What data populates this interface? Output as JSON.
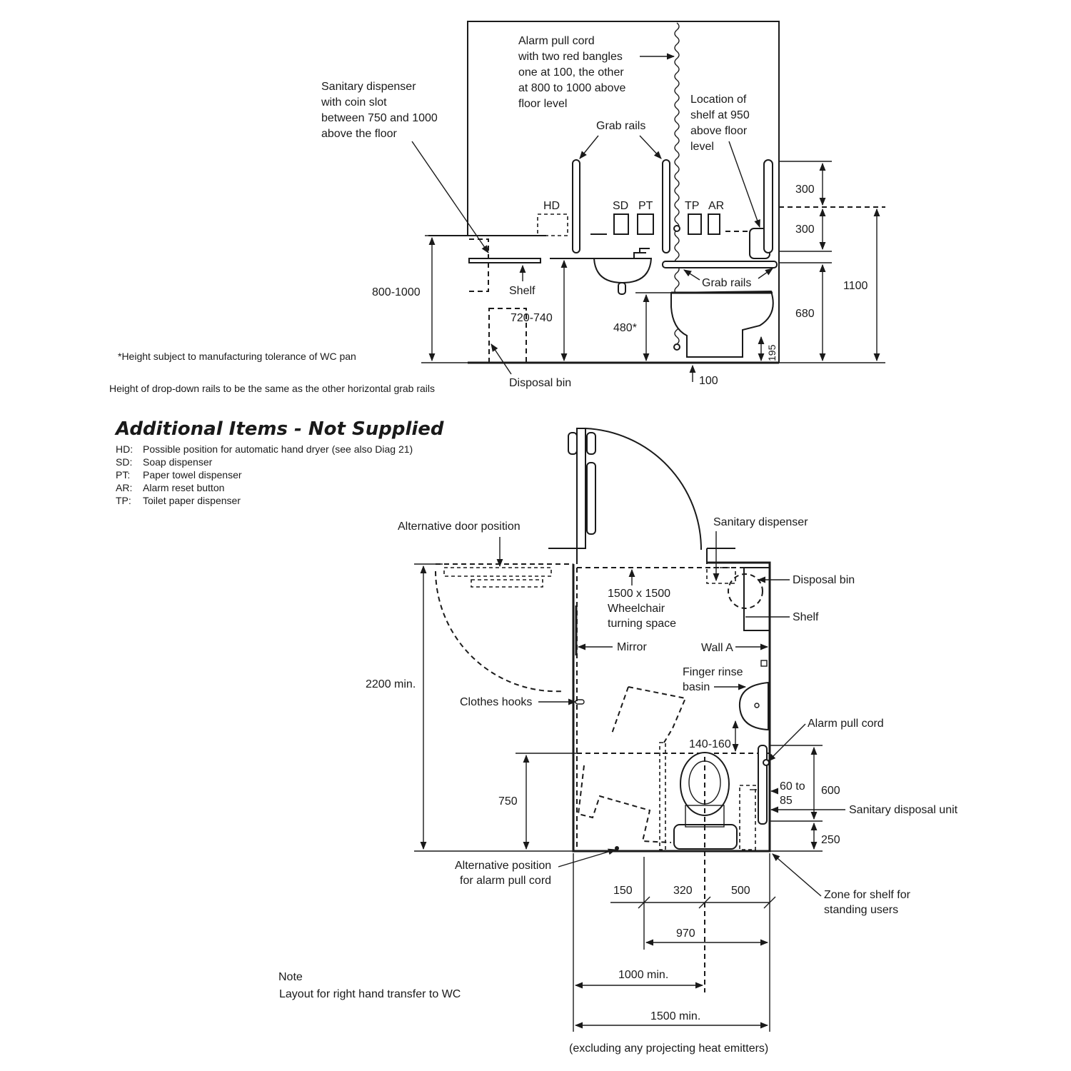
{
  "elevation": {
    "labels": {
      "alarm_cord": [
        "Alarm pull cord",
        "with two red bangles",
        "one at 100, the other",
        "at 800 to 1000 above",
        "floor level"
      ],
      "sanitary_dispenser": [
        "Sanitary dispenser",
        "with coin slot",
        "between 750 and 1000",
        "above the floor"
      ],
      "shelf_location": [
        "Location of",
        "shelf at 950",
        "above floor",
        "level"
      ],
      "grab_rails_top": "Grab rails",
      "grab_rails_low": "Grab rails",
      "hd": "HD",
      "sd": "SD",
      "pt": "PT",
      "tp": "TP",
      "ar": "AR",
      "shelf": "Shelf",
      "disposal_bin": "Disposal bin"
    },
    "dimensions": {
      "d_800_1000": "800-1000",
      "d_720_740": "720-740",
      "d_480": "480*",
      "d_300_top": "300",
      "d_300_bottom": "300",
      "d_680": "680",
      "d_1100": "1100",
      "d_195": "195",
      "d_100": "100"
    },
    "notes": {
      "tolerance": "*Height subject to manufacturing tolerance of WC pan",
      "drop_down": "Height of drop-down rails to be the same as the other horizontal grab rails"
    }
  },
  "legend": {
    "title": "Additional Items - Not Supplied",
    "items": [
      {
        "code": "HD:",
        "text": "Possible position for automatic hand dryer (see also Diag 21)"
      },
      {
        "code": "SD:",
        "text": "Soap dispenser"
      },
      {
        "code": "PT:",
        "text": "Paper towel dispenser"
      },
      {
        "code": "AR:",
        "text": "Alarm reset button"
      },
      {
        "code": "TP:",
        "text": "Toilet paper dispenser"
      }
    ]
  },
  "plan": {
    "labels": {
      "alt_door": "Alternative door position",
      "sanitary_dispenser": "Sanitary dispenser",
      "disposal_bin": "Disposal bin",
      "shelf": "Shelf",
      "turning_space": [
        "1500 x 1500",
        "Wheelchair",
        "turning space"
      ],
      "mirror": "Mirror",
      "wall_a": "Wall A",
      "finger_basin": [
        "Finger rinse",
        "basin"
      ],
      "clothes_hooks": "Clothes hooks",
      "alarm_cord": "Alarm pull cord",
      "sanitary_unit": "Sanitary disposal unit",
      "alt_alarm": [
        "Alternative position",
        "for alarm pull cord"
      ],
      "shelf_zone": [
        "Zone for shelf for",
        "standing users"
      ]
    },
    "dimensions": {
      "d_2200": "2200 min.",
      "d_750": "750",
      "d_140_160": "140-160",
      "d_60_85": [
        "60 to",
        "85"
      ],
      "d_600": "600",
      "d_250": "250",
      "d_150": "150",
      "d_320": "320",
      "d_500": "500",
      "d_970": "970",
      "d_1000": "1000 min.",
      "d_1500": "1500 min."
    },
    "footnote": "(excluding any projecting heat emitters)",
    "note_title": "Note",
    "note_text": "Layout for right hand transfer to WC"
  }
}
